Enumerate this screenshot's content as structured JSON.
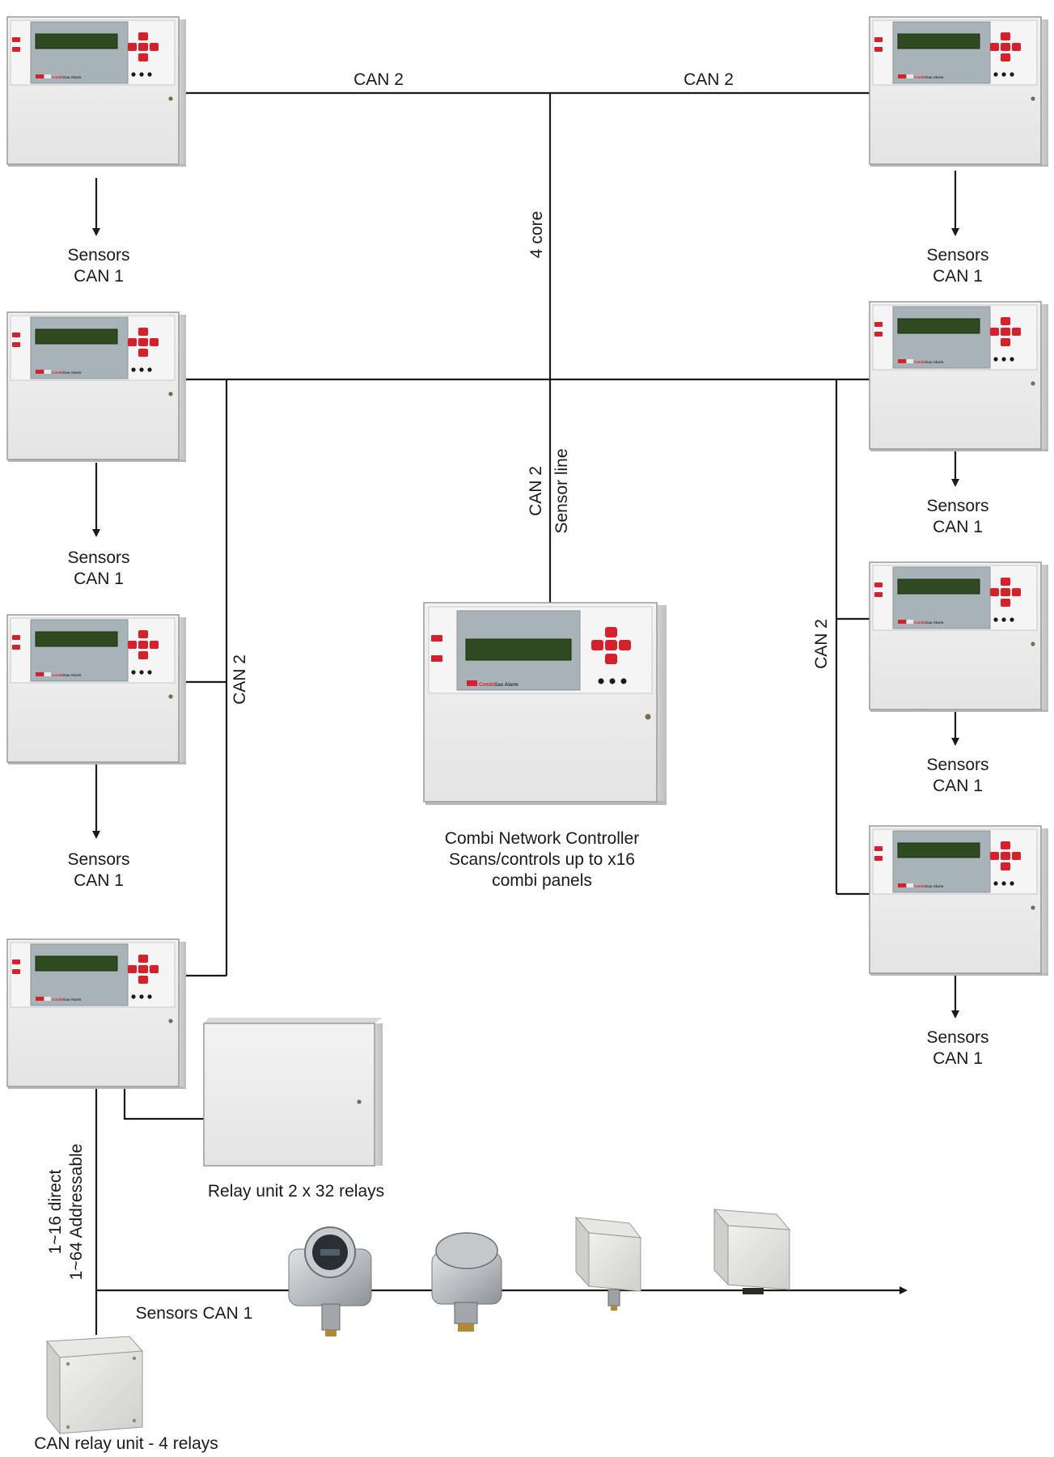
{
  "panels": {
    "brand_text": "Combi",
    "product_text": "Gas Alarm"
  },
  "network_labels": {
    "can2_top_left": "CAN 2",
    "can2_top_right": "CAN 2",
    "four_core": "4 core",
    "can2_center": "CAN 2",
    "sensor_line": "Sensor line",
    "can2_left_trunk": "CAN 2",
    "can2_right_trunk": "CAN 2"
  },
  "sensor_labels": {
    "line1": "Sensors",
    "line2": "CAN 1"
  },
  "controller": {
    "line1": "Combi Network Controller",
    "line2": "Scans/controls up to x16",
    "line3": "combi panels"
  },
  "relay_unit": {
    "label": "Relay unit  2 x 32 relays"
  },
  "addressing": {
    "line1": "1~16 direct",
    "line2": "1~64 Addressable"
  },
  "sensor_bus": {
    "label": "Sensors CAN 1"
  },
  "can_relay_unit": {
    "label": "CAN relay unit - 4 relays"
  },
  "colors": {
    "panel_body": "#eeeeee",
    "panel_header": "#f4f4f4",
    "display_bezel": "#a8b3b8",
    "lcd_screen": "#2f4a20",
    "keypad_red": "#d8202a",
    "wire": "#1a1a1a"
  }
}
